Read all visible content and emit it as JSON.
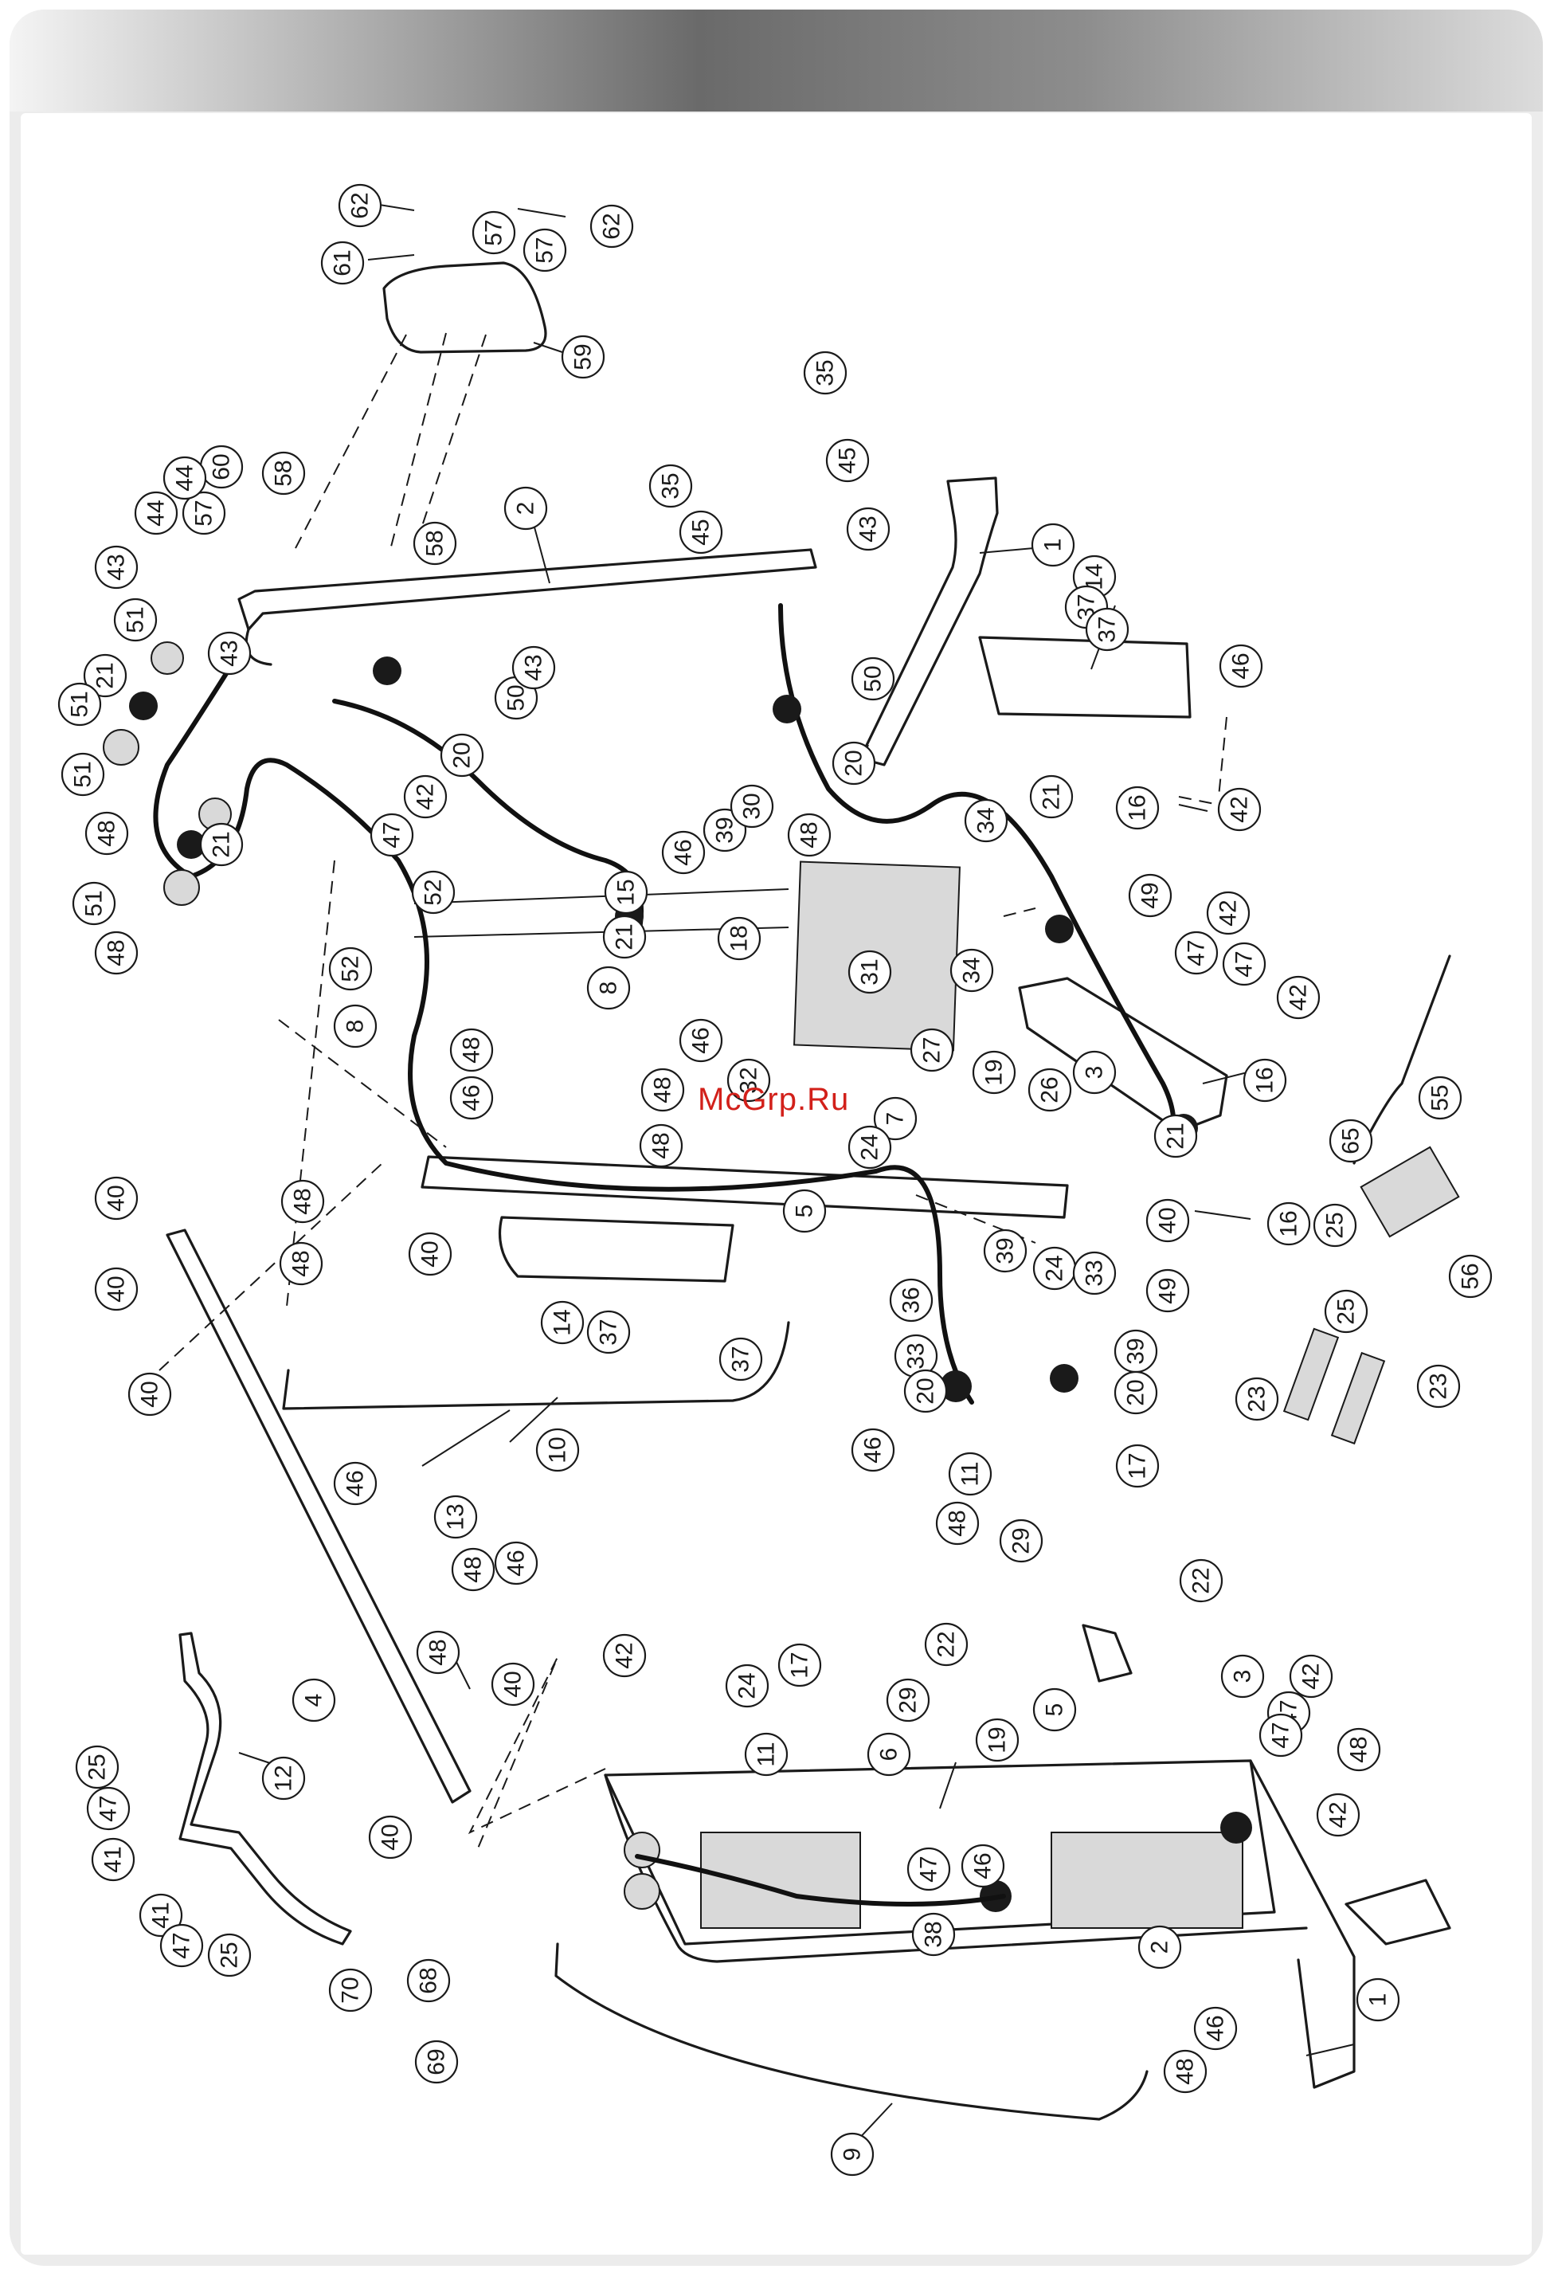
{
  "watermark": "McGrp.Ru",
  "colors": {
    "header_dark": "#6a6a6a",
    "background": "#ececec",
    "watermark": "#d2201a",
    "ink": "#1a1a1a"
  },
  "callout_labels": [
    "62",
    "61",
    "57",
    "57",
    "62",
    "59",
    "58",
    "58",
    "2",
    "60",
    "57",
    "44",
    "44",
    "43",
    "51",
    "21",
    "51",
    "43",
    "51",
    "48",
    "21",
    "51",
    "48",
    "20",
    "50",
    "43",
    "42",
    "47",
    "52",
    "52",
    "8",
    "8",
    "21",
    "15",
    "46",
    "39",
    "30",
    "48",
    "18",
    "31",
    "32",
    "46",
    "48",
    "48",
    "46",
    "40",
    "35",
    "45",
    "35",
    "45",
    "43",
    "1",
    "50",
    "48",
    "20",
    "14",
    "37",
    "37",
    "46",
    "16",
    "21",
    "42",
    "34",
    "49",
    "47",
    "42",
    "16",
    "47",
    "42",
    "34",
    "3",
    "21",
    "16",
    "7",
    "26",
    "19",
    "27",
    "24",
    "24",
    "5",
    "40",
    "39",
    "33",
    "33",
    "49",
    "39",
    "20",
    "20",
    "36",
    "17",
    "11",
    "29",
    "22",
    "48",
    "46",
    "14",
    "37",
    "37",
    "10",
    "13",
    "46",
    "48",
    "46",
    "48",
    "40",
    "48",
    "48",
    "40",
    "40",
    "4",
    "40",
    "40",
    "25",
    "12",
    "47",
    "41",
    "41",
    "47",
    "25",
    "70",
    "68",
    "69",
    "55",
    "65",
    "25",
    "56",
    "25",
    "23",
    "23",
    "42",
    "24",
    "17",
    "22",
    "29",
    "11",
    "6",
    "19",
    "5",
    "3",
    "42",
    "47",
    "48",
    "47",
    "42",
    "47",
    "46",
    "38",
    "2",
    "9",
    "48",
    "46",
    "1"
  ]
}
